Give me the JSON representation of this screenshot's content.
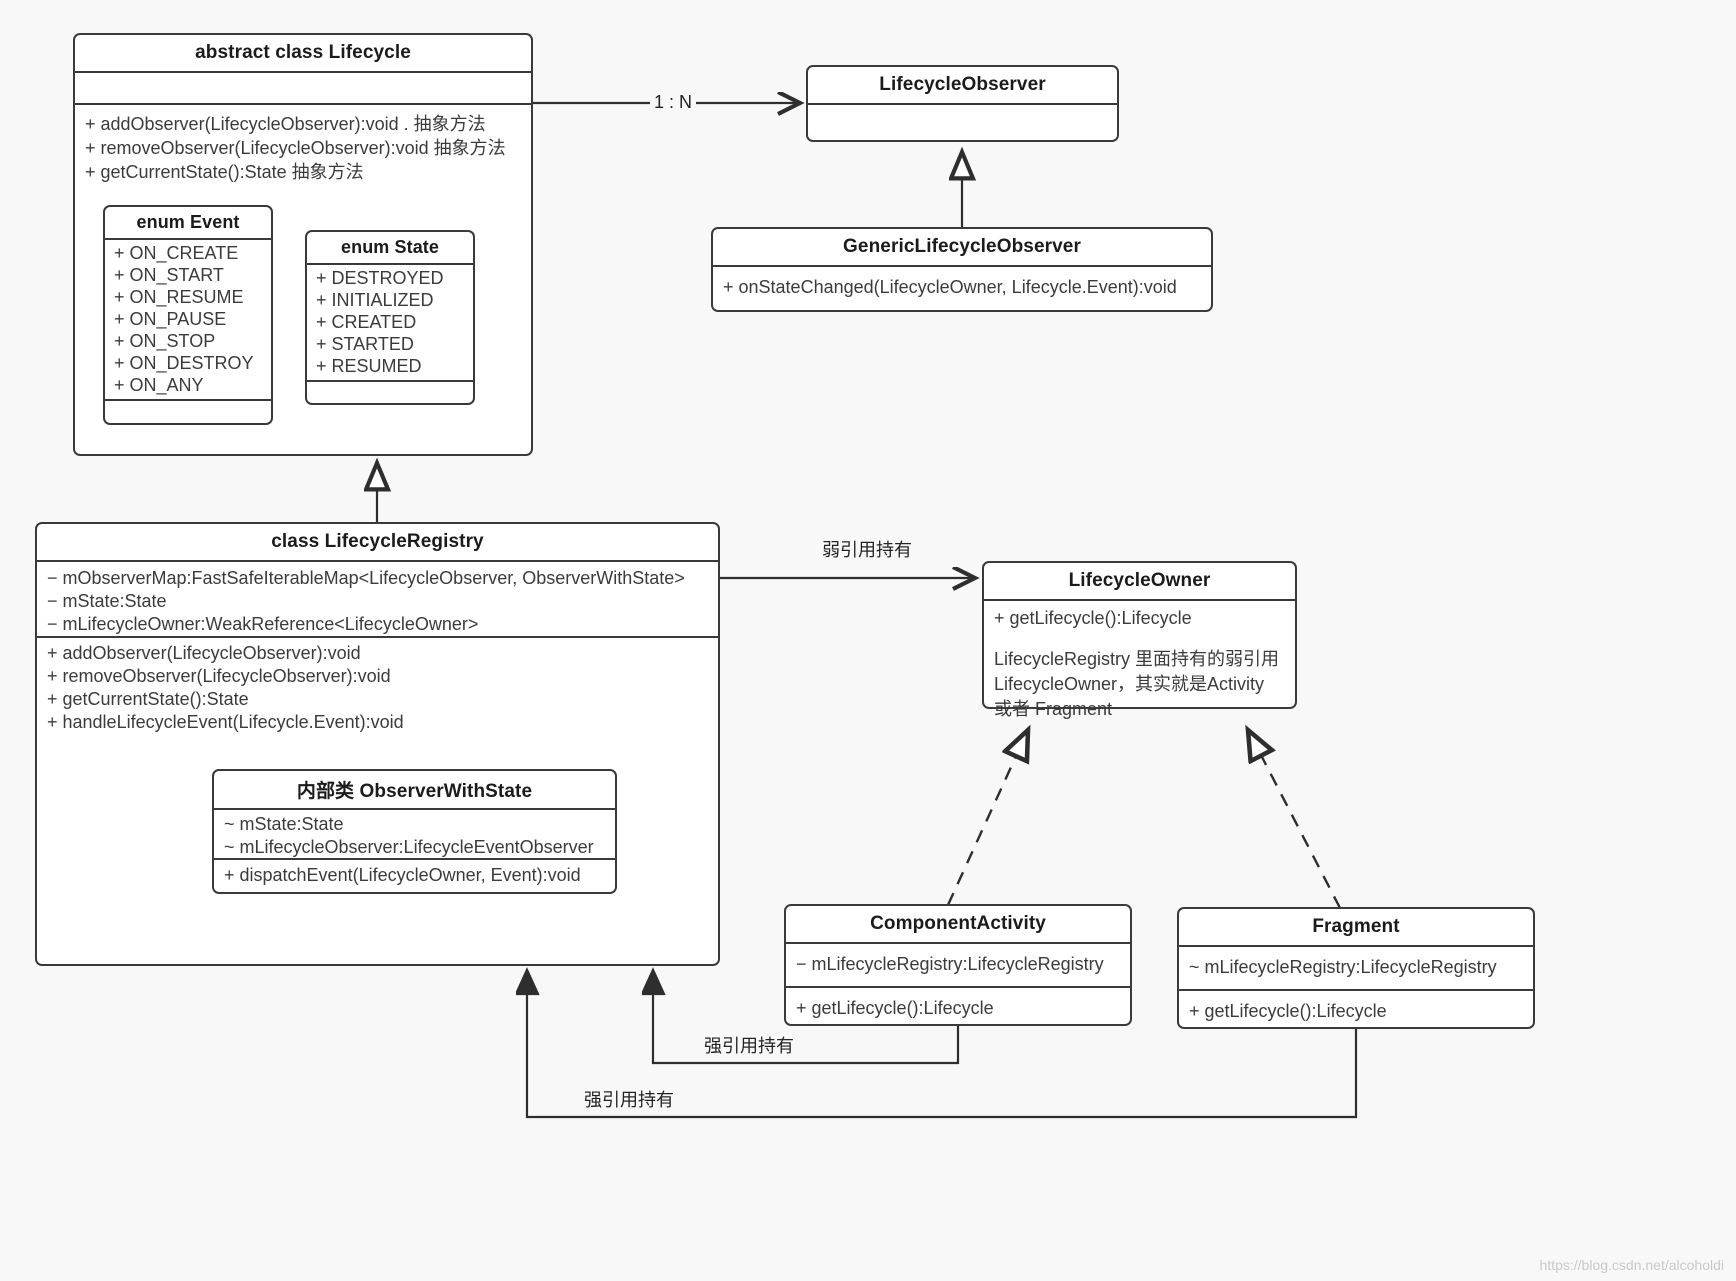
{
  "diagram": {
    "title_note": "Android Lifecycle UML class diagram",
    "watermark": "https://blog.csdn.net/alcoholdi"
  },
  "classes": {
    "lifecycle": {
      "title": "abstract class Lifecycle",
      "attributes": [],
      "methods": [
        "+ addObserver(LifecycleObserver):void .  抽象方法",
        "+ removeObserver(LifecycleObserver):void  抽象方法",
        "+ getCurrentState():State  抽象方法"
      ]
    },
    "enum_event": {
      "title": "enum Event",
      "values": [
        "+ ON_CREATE",
        "+ ON_START",
        "+ ON_RESUME",
        "+ ON_PAUSE",
        "+ ON_STOP",
        "+ ON_DESTROY",
        "+ ON_ANY"
      ]
    },
    "enum_state": {
      "title": "enum State",
      "values": [
        "+ DESTROYED",
        "+ INITIALIZED",
        "+ CREATED",
        "+ STARTED",
        "+ RESUMED"
      ]
    },
    "lifecycle_observer": {
      "title": "LifecycleObserver",
      "body": []
    },
    "generic_lifecycle_observer": {
      "title": "GenericLifecycleObserver",
      "methods": [
        "+ onStateChanged(LifecycleOwner, Lifecycle.Event):void"
      ]
    },
    "lifecycle_registry": {
      "title": "class LifecycleRegistry",
      "attributes": [
        "− mObserverMap:FastSafeIterableMap<LifecycleObserver, ObserverWithState>",
        "− mState:State",
        "− mLifecycleOwner:WeakReference<LifecycleOwner>"
      ],
      "methods": [
        "+ addObserver(LifecycleObserver):void",
        "+ removeObserver(LifecycleObserver):void",
        "+ getCurrentState():State",
        "+ handleLifecycleEvent(Lifecycle.Event):void"
      ]
    },
    "observer_with_state": {
      "title": "内部类 ObserverWithState",
      "attributes": [
        "~ mState:State",
        "~ mLifecycleObserver:LifecycleEventObserver"
      ],
      "methods": [
        "+ dispatchEvent(LifecycleOwner, Event):void"
      ]
    },
    "lifecycle_owner": {
      "title": "LifecycleOwner",
      "methods": [
        "+ getLifecycle():Lifecycle"
      ],
      "note": "LifecycleRegistry 里面持有的弱引用\nLifecycleOwner，其实就是Activity\n或者 Fragment"
    },
    "component_activity": {
      "title": "ComponentActivity",
      "attributes": [
        "− mLifecycleRegistry:LifecycleRegistry"
      ],
      "methods": [
        "+ getLifecycle():Lifecycle"
      ]
    },
    "fragment": {
      "title": "Fragment",
      "attributes": [
        "~ mLifecycleRegistry:LifecycleRegistry"
      ],
      "methods": [
        "+ getLifecycle():Lifecycle"
      ]
    }
  },
  "edge_labels": {
    "one_to_n": "1 : N",
    "weak_ref": "弱引用持有",
    "strong_ref_activity": "强引用持有",
    "strong_ref_fragment": "强引用持有"
  }
}
